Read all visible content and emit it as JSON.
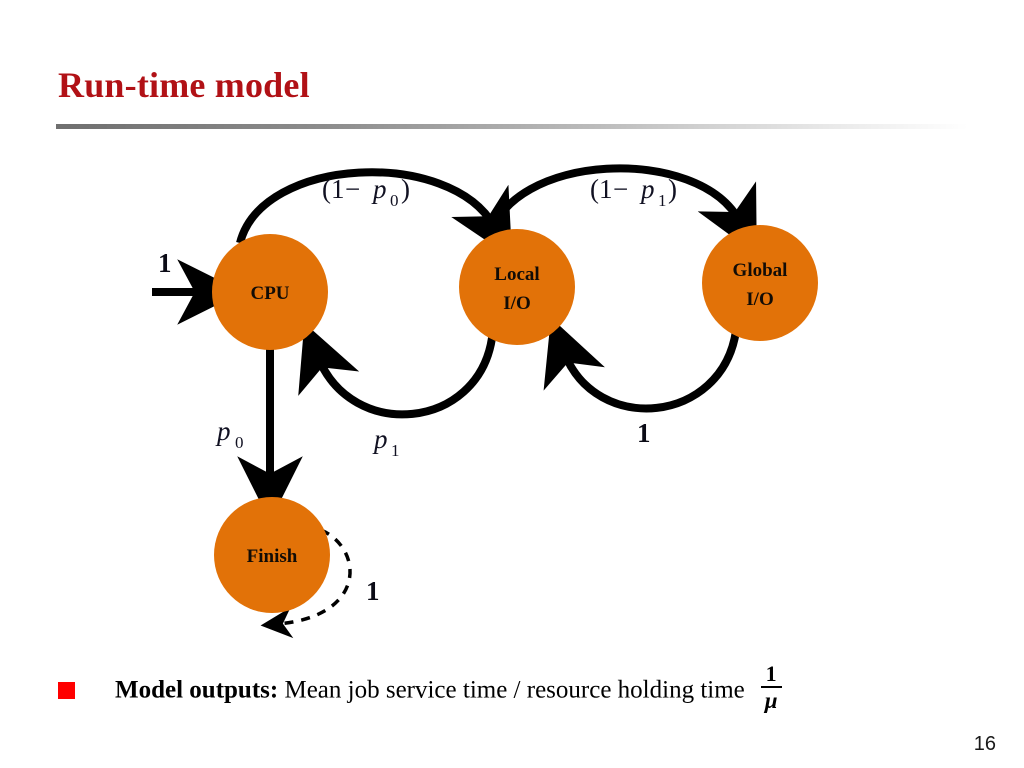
{
  "slide": {
    "title": "Run-time model",
    "page_number": "16",
    "accent_color": "#B11116",
    "node_color": "#E27208",
    "bullet_color": "#FF0000"
  },
  "diagram": {
    "nodes": [
      {
        "id": "cpu",
        "label_line1": "CPU",
        "label_line2": ""
      },
      {
        "id": "local-io",
        "label_line1": "Local",
        "label_line2": "I/O"
      },
      {
        "id": "global-io",
        "label_line1": "Global",
        "label_line2": "I/O"
      },
      {
        "id": "finish",
        "label_line1": "Finish",
        "label_line2": ""
      }
    ],
    "edges": [
      {
        "id": "entry",
        "from": "external",
        "to": "cpu",
        "label": "1",
        "style": "solid"
      },
      {
        "id": "cpu-to-local",
        "from": "cpu",
        "to": "local-io",
        "label": "(1-p0)",
        "style": "solid"
      },
      {
        "id": "local-to-cpu",
        "from": "local-io",
        "to": "cpu",
        "label": "p1",
        "style": "solid"
      },
      {
        "id": "local-to-global",
        "from": "local-io",
        "to": "global-io",
        "label": "(1-p1)",
        "style": "solid"
      },
      {
        "id": "global-to-local",
        "from": "global-io",
        "to": "local-io",
        "label": "1",
        "style": "solid"
      },
      {
        "id": "cpu-to-finish",
        "from": "cpu",
        "to": "finish",
        "label": "p0",
        "style": "solid"
      },
      {
        "id": "finish-self-loop",
        "from": "finish",
        "to": "finish",
        "label": "1",
        "style": "dashed"
      }
    ],
    "labels": {
      "entry_one": "1",
      "one_minus_p0_open": "(1",
      "one_minus_p0_minus": "−",
      "one_minus_p0_var": "p",
      "one_minus_p0_sub": "0",
      "one_minus_p0_close": ")",
      "one_minus_p1_open": "(1",
      "one_minus_p1_minus": "−",
      "one_minus_p1_var": "p",
      "one_minus_p1_sub": "1",
      "one_minus_p1_close": ")",
      "p0_var": "p",
      "p0_sub": "0",
      "p1_var": "p",
      "p1_sub": "1",
      "global_return_one": "1",
      "finish_loop_one": "1"
    }
  },
  "bullet": {
    "lead": "Model outputs:",
    "rest": " Mean job service time / resource holding time",
    "fraction_numerator": "1",
    "fraction_denominator": "μ"
  }
}
